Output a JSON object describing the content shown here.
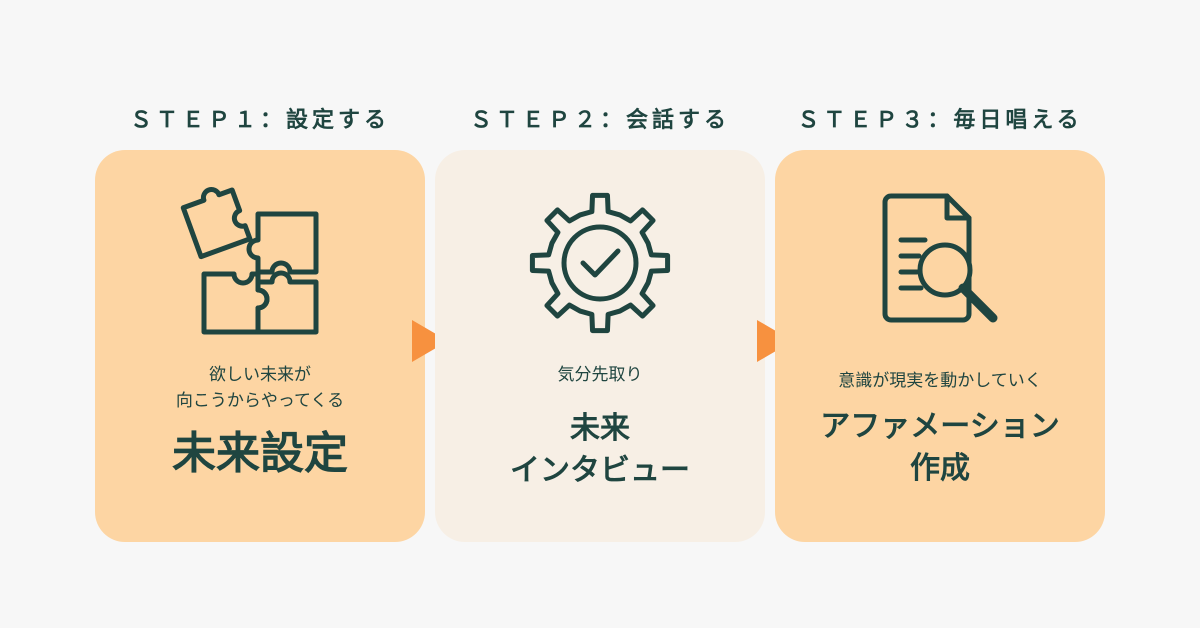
{
  "steps": [
    {
      "title": "ＳＴＥＰ１：設定する",
      "sub1": "欲しい未来が",
      "sub2": "向こうからやってくる",
      "main1": "未来設定",
      "icon": "puzzle-icon",
      "color": "#fdd5a3"
    },
    {
      "title": "ＳＴＥＰ２：会話する",
      "sub1": "気分先取り",
      "main1": "未来",
      "main2": "インタビュー",
      "icon": "gear-check-icon",
      "color": "#f7efe5"
    },
    {
      "title": "ＳＴＥＰ３：毎日唱える",
      "sub1": "意識が現実を動かしていく",
      "main1": "アファメーション",
      "main2": "作成",
      "icon": "document-search-icon",
      "color": "#fdd5a3"
    }
  ],
  "colors": {
    "background": "#f7f7f7",
    "text": "#1f4540",
    "arrow": "#f7913f"
  }
}
